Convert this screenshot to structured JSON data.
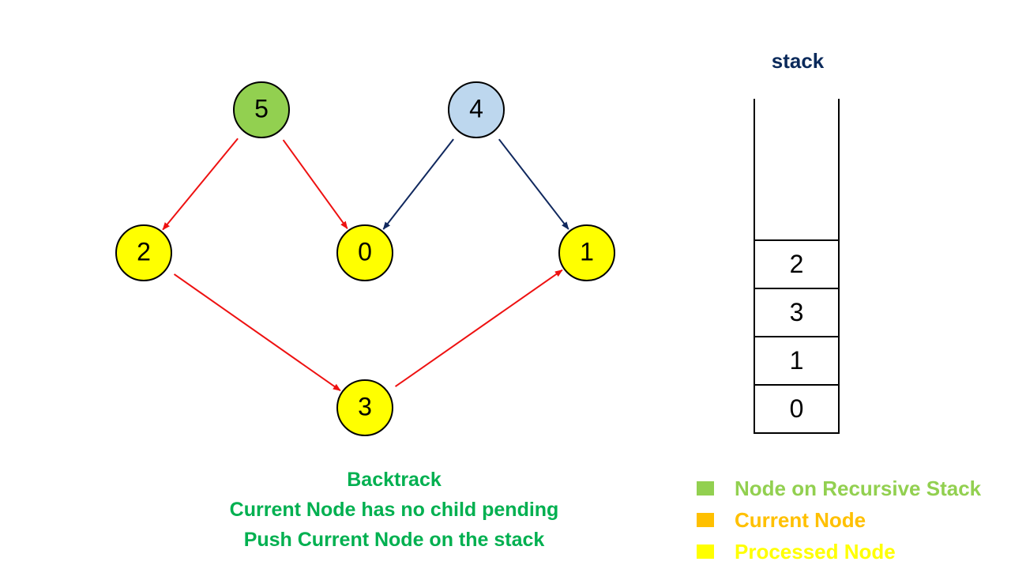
{
  "graph": {
    "nodes": [
      {
        "id": "5",
        "label": "5",
        "state": "recursive"
      },
      {
        "id": "4",
        "label": "4",
        "state": "unvisited"
      },
      {
        "id": "2",
        "label": "2",
        "state": "processed"
      },
      {
        "id": "0",
        "label": "0",
        "state": "processed"
      },
      {
        "id": "1",
        "label": "1",
        "state": "processed"
      },
      {
        "id": "3",
        "label": "3",
        "state": "processed"
      }
    ],
    "edges": [
      {
        "from": "5",
        "to": "2",
        "color": "#ee1111"
      },
      {
        "from": "5",
        "to": "0",
        "color": "#ee1111"
      },
      {
        "from": "4",
        "to": "0",
        "color": "#10285e"
      },
      {
        "from": "4",
        "to": "1",
        "color": "#10285e"
      },
      {
        "from": "2",
        "to": "3",
        "color": "#ee1111"
      },
      {
        "from": "3",
        "to": "1",
        "color": "#ee1111"
      }
    ]
  },
  "colors": {
    "recursive": "#92d050",
    "unvisited": "#bdd7ee",
    "current": "#ffc000",
    "processed": "#ffff00",
    "stack_title": "#0b2a5b",
    "caption": "#00b050"
  },
  "stack": {
    "title": "stack",
    "items": [
      "2",
      "3",
      "1",
      "0"
    ]
  },
  "caption": {
    "line1": "Backtrack",
    "line2": "Current Node has no child pending",
    "line3": "Push Current Node on the stack"
  },
  "legend": {
    "items": [
      {
        "label": "Node on Recursive Stack",
        "color": "#92d050"
      },
      {
        "label": "Current Node",
        "color": "#ffc000"
      },
      {
        "label": "Processed Node",
        "color": "#ffff00"
      }
    ]
  }
}
